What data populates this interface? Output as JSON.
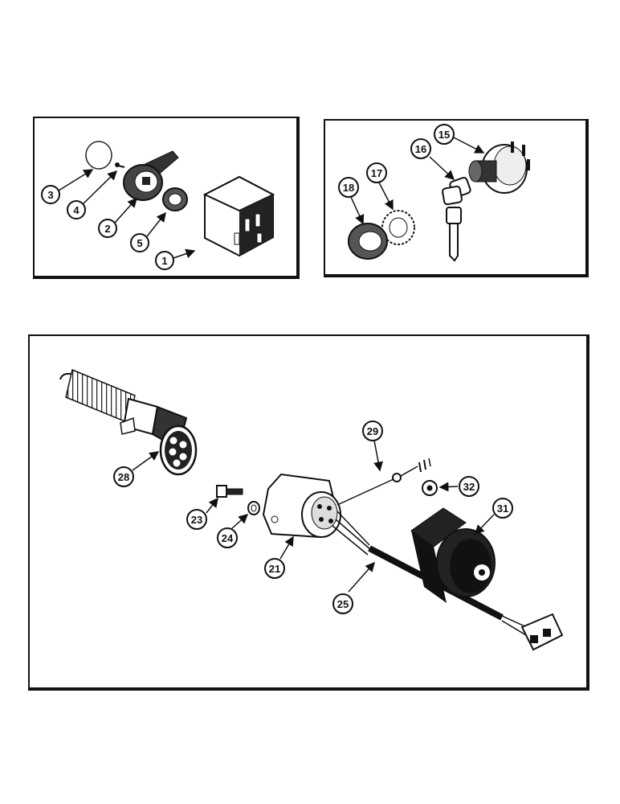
{
  "diagram": {
    "panels": [
      {
        "id": "panel-1",
        "callouts": [
          "3",
          "4",
          "2",
          "5",
          "1"
        ]
      },
      {
        "id": "panel-2",
        "callouts": [
          "15",
          "16",
          "17",
          "18"
        ]
      },
      {
        "id": "panel-3",
        "callouts": [
          "28",
          "29",
          "32",
          "31",
          "23",
          "24",
          "21",
          "25"
        ]
      }
    ],
    "callouts": {
      "c1": "1",
      "c2": "2",
      "c3": "3",
      "c4": "4",
      "c5": "5",
      "c15": "15",
      "c16": "16",
      "c17": "17",
      "c18": "18",
      "c21": "21",
      "c23": "23",
      "c24": "24",
      "c25": "25",
      "c28": "28",
      "c29": "29",
      "c31": "31",
      "c32": "32"
    }
  }
}
